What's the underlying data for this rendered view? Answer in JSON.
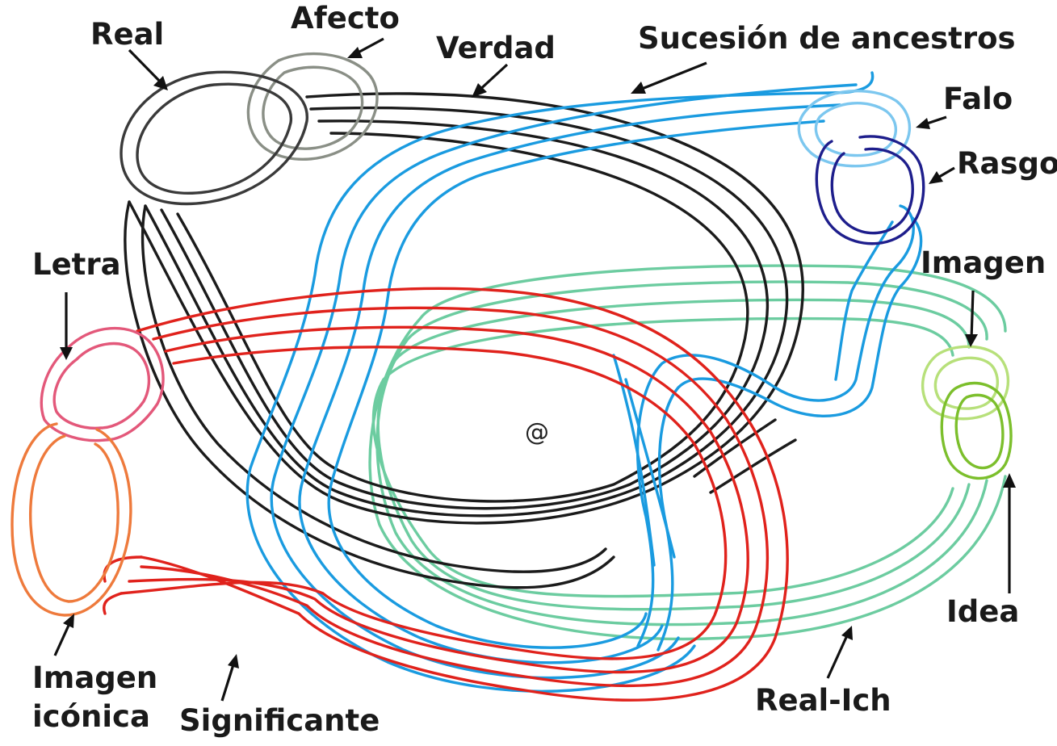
{
  "diagram": {
    "center_symbol": "@",
    "labels": {
      "real": "Real",
      "afecto": "Afecto",
      "verdad": "Verdad",
      "sucesion": "Sucesión de ancestros",
      "falo": "Falo",
      "rasgo": "Rasgo",
      "imagen": "Imagen",
      "letra": "Letra",
      "imagen_iconica_1": "Imagen",
      "imagen_iconica_2": "icónica",
      "significante": "Significante",
      "real_ich": "Real-Ich",
      "idea": "Idea"
    },
    "colors": {
      "black": "#1b1b1b",
      "gray": "#8a8f86",
      "blue": "#1a9be0",
      "light_blue": "#7cc7ef",
      "navy": "#1e1e8c",
      "red": "#e0221c",
      "pink": "#e3587a",
      "orange": "#ee7a3c",
      "green": "#6ccca0",
      "light_green": "#b7e07a",
      "lime": "#7cbf2c"
    }
  }
}
